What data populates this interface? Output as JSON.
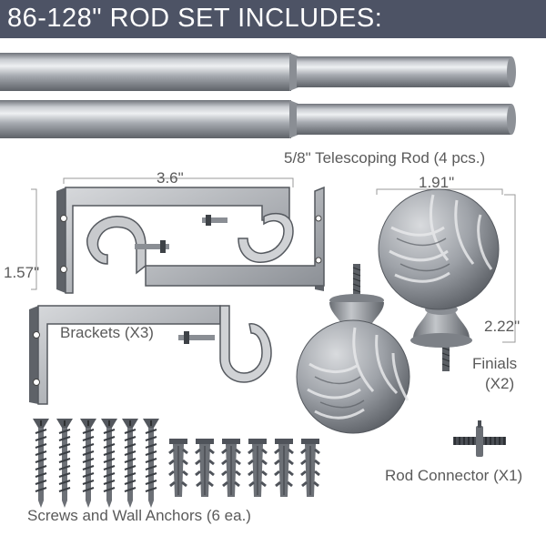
{
  "header": {
    "title": "86-128\" ROD SET INCLUDES:"
  },
  "rod": {
    "label": "5/8\" Telescoping Rod (4 pcs.)"
  },
  "brackets": {
    "width_dim": "3.6\"",
    "height_dim": "1.57\"",
    "label": "Brackets (X3)"
  },
  "finials": {
    "width_dim": "1.91\"",
    "height_dim": "2.22\"",
    "label_line1": "Finials",
    "label_line2": "(X2)"
  },
  "connector": {
    "label": "Rod Connector (X1)"
  },
  "hardware": {
    "label": "Screws and Wall Anchors (6 ea.)"
  },
  "colors": {
    "header_bg": "#4d5365",
    "metal": "#a7abb1",
    "text": "#5a5a5a"
  }
}
